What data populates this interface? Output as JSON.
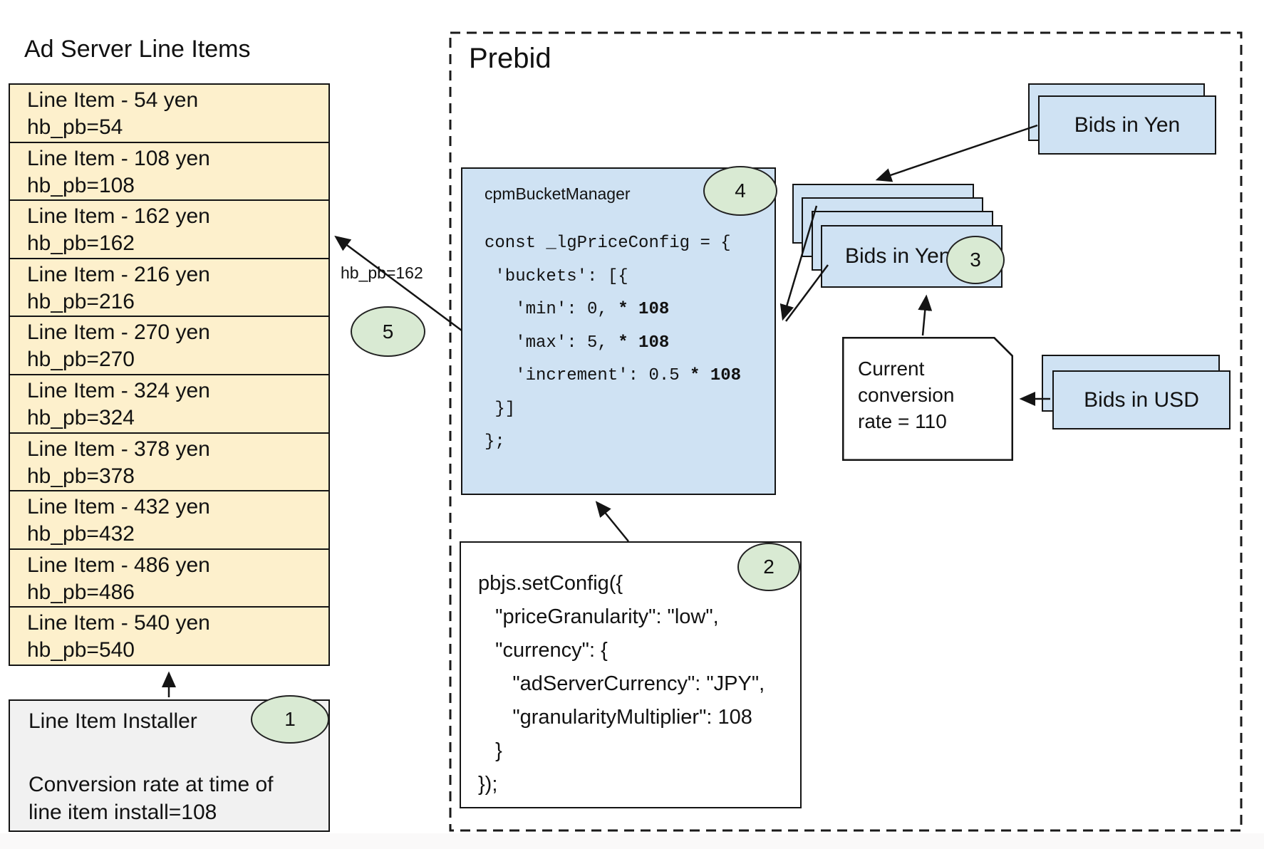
{
  "colors": {
    "row_fill": "#fdf0cc",
    "blue_fill": "#cfe2f3",
    "green_fill": "#d9ead3",
    "gray_fill": "#f1f1f1",
    "line": "#141414"
  },
  "ad_server": {
    "title": "Ad Server Line Items",
    "line_items": [
      {
        "label": "Line Item - 54 yen",
        "key_value": "hb_pb=54"
      },
      {
        "label": "Line Item - 108 yen",
        "key_value": "hb_pb=108"
      },
      {
        "label": "Line Item - 162 yen",
        "key_value": "hb_pb=162"
      },
      {
        "label": "Line Item - 216 yen",
        "key_value": "hb_pb=216"
      },
      {
        "label": "Line Item - 270 yen",
        "key_value": "hb_pb=270"
      },
      {
        "label": "Line Item - 324 yen",
        "key_value": "hb_pb=324"
      },
      {
        "label": "Line Item - 378 yen",
        "key_value": "hb_pb=378"
      },
      {
        "label": "Line Item - 432 yen",
        "key_value": "hb_pb=432"
      },
      {
        "label": "Line Item - 486 yen",
        "key_value": "hb_pb=486"
      },
      {
        "label": "Line Item - 540 yen",
        "key_value": "hb_pb=540"
      }
    ],
    "installer": {
      "title": "Line Item Installer",
      "badge": "1",
      "body_line1": "Conversion rate at time of",
      "body_line2": "line item install=108"
    }
  },
  "prebid": {
    "title": "Prebid",
    "cpm_bucket_manager": {
      "title": "cpmBucketManager",
      "badge": "4",
      "code_lines": [
        {
          "text": "const _lgPriceConfig = {"
        },
        {
          "text": " 'buckets': [{"
        },
        {
          "text": "   'min': 0, ",
          "bold": "* 108"
        },
        {
          "text": "   'max': 5, ",
          "bold": "* 108"
        },
        {
          "text": "   'increment': 0.5 ",
          "bold": "* 108"
        },
        {
          "text": " }]"
        },
        {
          "text": "};"
        }
      ]
    },
    "set_config": {
      "badge": "2",
      "code_lines": [
        "pbjs.setConfig({",
        "   \"priceGranularity\": \"low\",",
        "   \"currency\": {",
        "      \"adServerCurrency\": \"JPY\",",
        "      \"granularityMultiplier\": 108",
        "   }",
        "});"
      ]
    },
    "bids_in_yen_top": {
      "label": "Bids in Yen"
    },
    "bids_in_yen_stack": {
      "label": "Bids in Yen",
      "badge": "3"
    },
    "conversion_note": {
      "line1": "Current",
      "line2": "conversion",
      "line3": "rate = 110"
    },
    "bids_in_usd": {
      "label": "Bids in USD"
    },
    "arrow_label": "hb_pb=162",
    "badge_5": "5"
  }
}
